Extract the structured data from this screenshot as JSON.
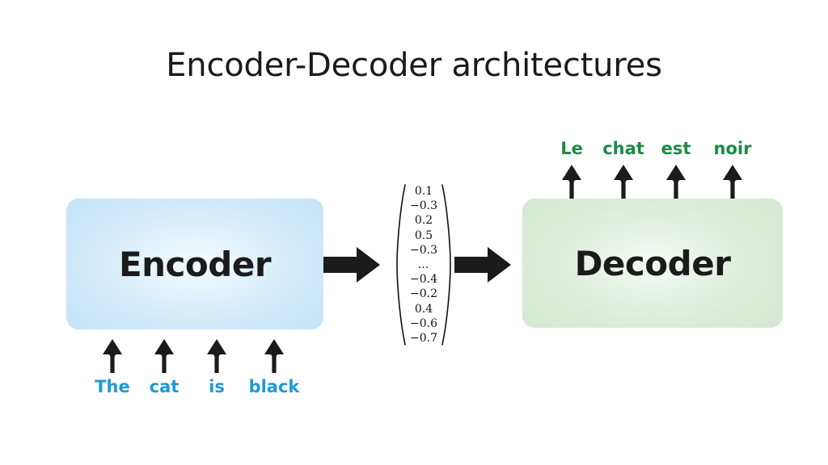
{
  "slide": {
    "title": "Encoder-Decoder architectures",
    "background_color": "#ffffff"
  },
  "encoder": {
    "label": "Encoder",
    "fill_color": "#cfe9fa",
    "inputs": [
      {
        "word": "The",
        "arrow": "up-arrow-icon"
      },
      {
        "word": "cat",
        "arrow": "up-arrow-icon"
      },
      {
        "word": "is",
        "arrow": "up-arrow-icon"
      },
      {
        "word": "black",
        "arrow": "up-arrow-icon"
      }
    ],
    "input_text_color": "#1c9ad8"
  },
  "decoder": {
    "label": "Decoder",
    "fill_color": "#dbebd8",
    "outputs": [
      {
        "word": "Le",
        "arrow": "up-arrow-icon"
      },
      {
        "word": "chat",
        "arrow": "up-arrow-icon"
      },
      {
        "word": "est",
        "arrow": "up-arrow-icon"
      },
      {
        "word": "noir",
        "arrow": "up-arrow-icon"
      }
    ],
    "output_text_color": "#1c8a46"
  },
  "vector": {
    "bracket_style": "parenthesis",
    "values": [
      "0.1",
      "−0.3",
      "0.2",
      "0.5",
      "−0.3",
      "…",
      "−0.4",
      "−0.2",
      "0.4",
      "−0.6",
      "−0.7"
    ]
  },
  "flow_arrows": [
    {
      "name": "encoder-to-vector",
      "direction": "right",
      "color": "#1b1b1b"
    },
    {
      "name": "vector-to-decoder",
      "direction": "right",
      "color": "#1b1b1b"
    }
  ]
}
